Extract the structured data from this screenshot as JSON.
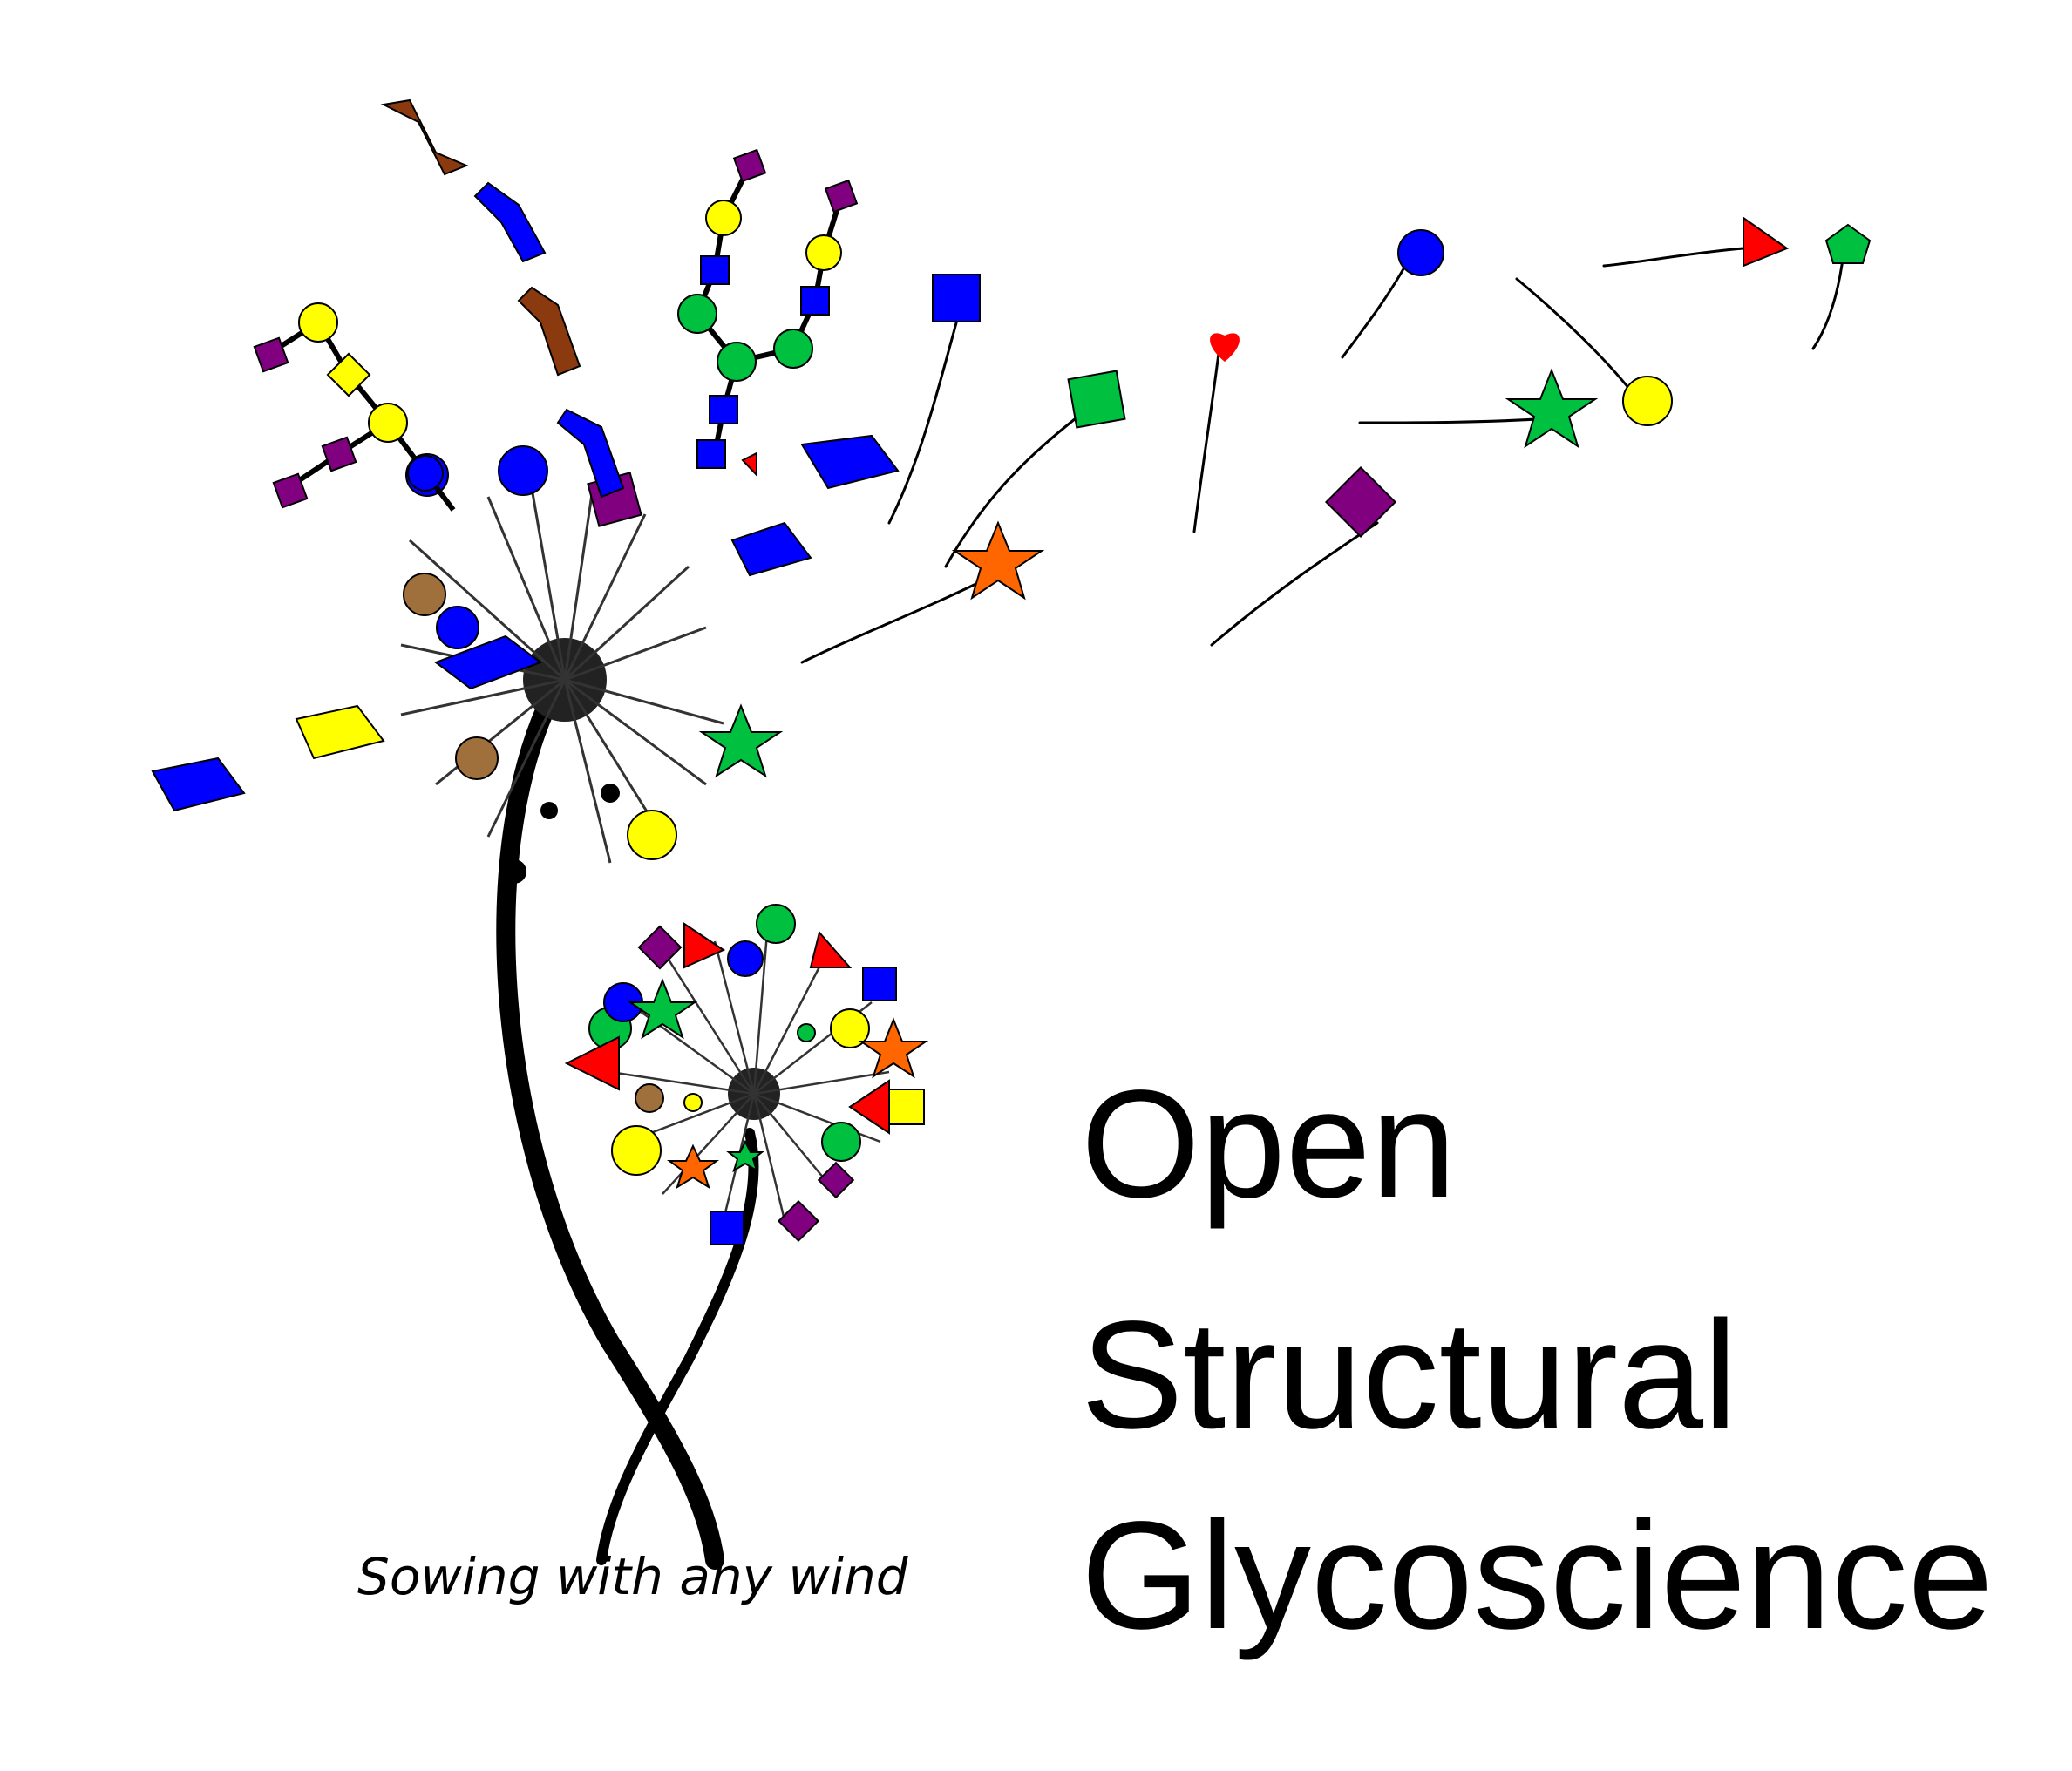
{
  "title_lines": [
    "Open",
    "Structural",
    "Glycoscience"
  ],
  "tagline": "Sowing with any wind",
  "colors": {
    "blue": "#0000ff",
    "yellow": "#ffff00",
    "green": "#00c040",
    "purple": "#800080",
    "red": "#ff0000",
    "orange": "#ff6600",
    "brown": "#a0703c",
    "dark_brown": "#8b3a0f",
    "stem": "#000000"
  },
  "icons": [
    "dandelion-stem-icon",
    "glycan-symbol-icon",
    "sugar-ring-icon"
  ]
}
